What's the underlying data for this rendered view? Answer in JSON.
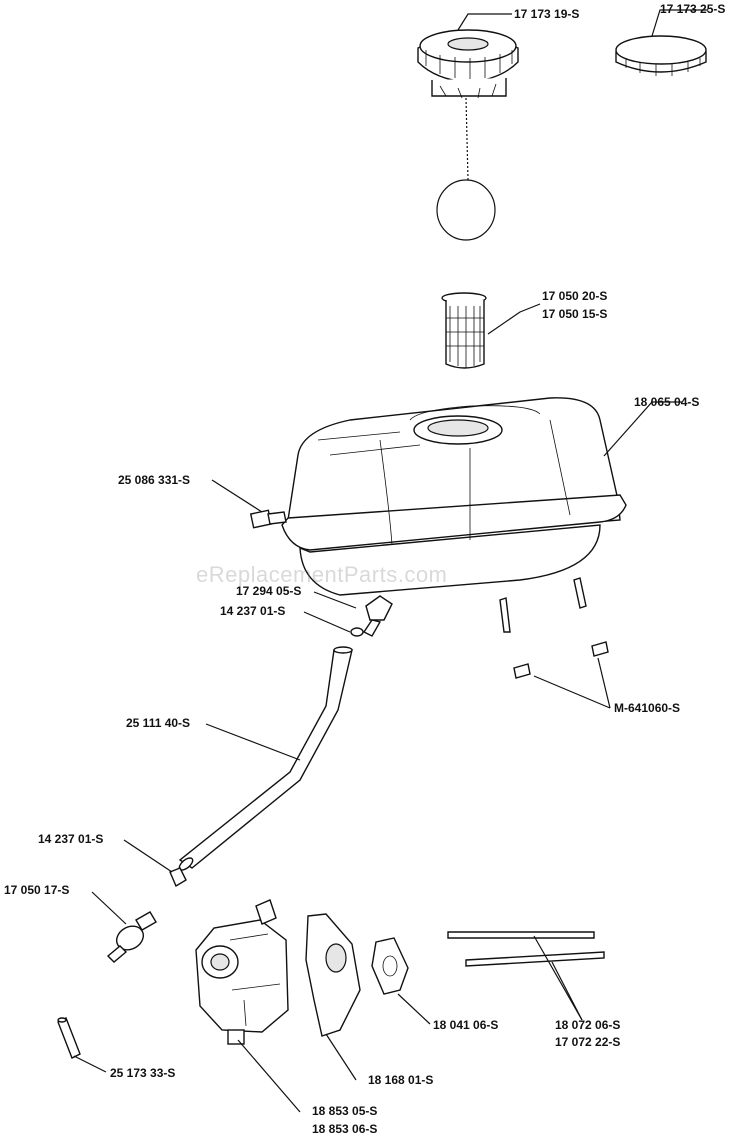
{
  "watermark": "eReplacementParts.com",
  "labels": {
    "cap_with_strap": "17 173 19-S",
    "cap_alt": "17 173 25-S",
    "filter_screen_a": "17 050 20-S",
    "filter_screen_b": "17 050 15-S",
    "fuel_tank": "18 065 04-S",
    "tank_bolt": "25 086 331-S",
    "fuel_fitting": "17 294 05-S",
    "clamp_upper": "14 237 01-S",
    "grommet": "M-641060-S",
    "fuel_line": "25 111 40-S",
    "clamp_lower": "14 237 01-S",
    "fuel_filter": "17 050 17-S",
    "line_short": "25 173 33-S",
    "carburetor_a": "18 853 05-S",
    "carburetor_b": "18 853 06-S",
    "insulator": "18 168 01-S",
    "gasket": "18 041 06-S",
    "stud_a": "18 072 06-S",
    "stud_b": "17 072 22-S"
  }
}
